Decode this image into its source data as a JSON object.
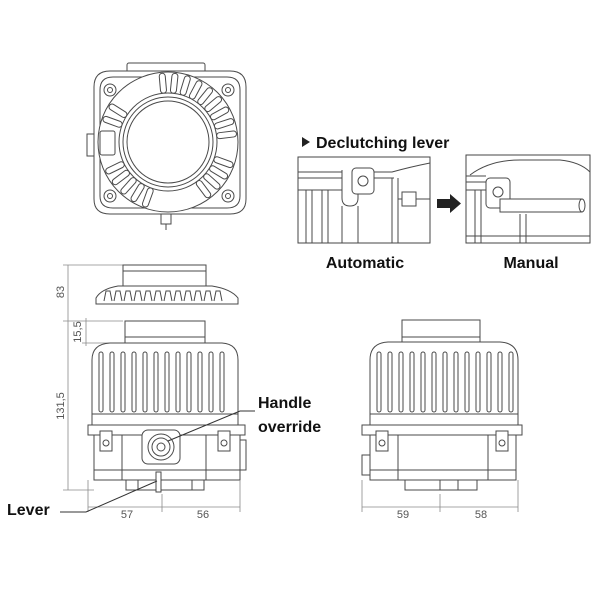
{
  "declutching": {
    "marker_icon": "play-triangle-icon",
    "title": "Declutching lever",
    "automatic_label": "Automatic",
    "manual_label": "Manual",
    "transition_icon": "arrow-right-icon"
  },
  "callouts": {
    "handle_override": [
      "Handle",
      "override"
    ],
    "lever": "Lever"
  },
  "dimensions": {
    "cover_height": "83",
    "shaft_height": "15,5",
    "body_height": "131,5",
    "left_view_widths": [
      "57",
      "56"
    ],
    "right_view_widths": [
      "59",
      "58"
    ]
  },
  "colors": {
    "line": "#4a4a4a",
    "dimension_text": "#555555",
    "label_text": "#111111"
  }
}
